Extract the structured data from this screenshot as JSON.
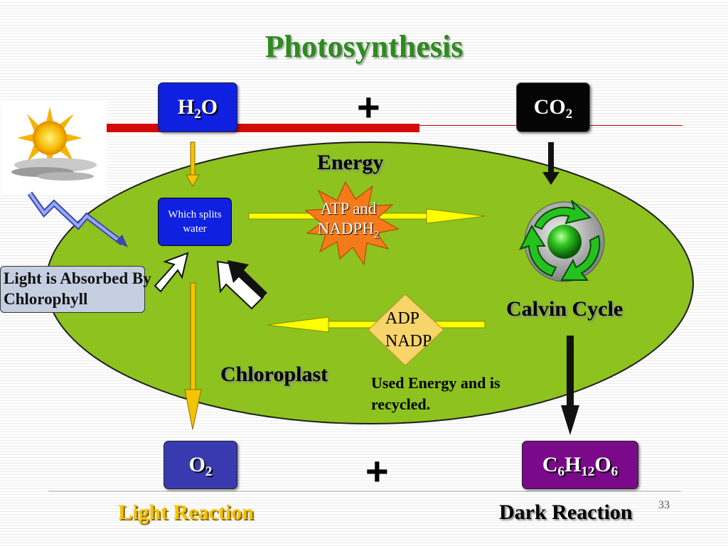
{
  "title": "Photosynthesis",
  "inputs": {
    "water": {
      "main": "H",
      "sub": "2",
      "tail": "O"
    },
    "carbon_dioxide": {
      "main": "CO",
      "sub": "2",
      "tail": ""
    },
    "plus_top": "+"
  },
  "outputs": {
    "oxygen": {
      "main": "O",
      "sub": "2",
      "tail": ""
    },
    "glucose": {
      "p1": "C",
      "s1": "6",
      "p2": "H",
      "s2": "12",
      "p3": "O",
      "s3": "6"
    },
    "plus_bottom": "+"
  },
  "chloroplast": {
    "energy_label": "Energy",
    "splits_water": "Which splits water",
    "atp_line1": "ATP and",
    "atp_line2": "NADPH",
    "atp_sub": "2",
    "adp_line1": "ADP",
    "adp_line2": "NADP",
    "calvin_cycle": "Calvin Cycle",
    "chloroplast_label": "Chloroplast",
    "recycled_note": "Used Energy and is recycled."
  },
  "light_absorbed": "Light is Absorbed By Chlorophyll",
  "footer": {
    "light_reaction": "Light Reaction",
    "dark_reaction": "Dark Reaction",
    "slide_number": "33"
  },
  "colors": {
    "title_green": "#2e8b1e",
    "chloroplast_green": "#8dc21f",
    "water_blue": "#1020e0",
    "oxygen_indigo": "#3a3ab0",
    "glucose_purple": "#7a0a8a",
    "starburst_orange": "#f47a1a",
    "light_reaction_yellow": "#f5c400"
  }
}
